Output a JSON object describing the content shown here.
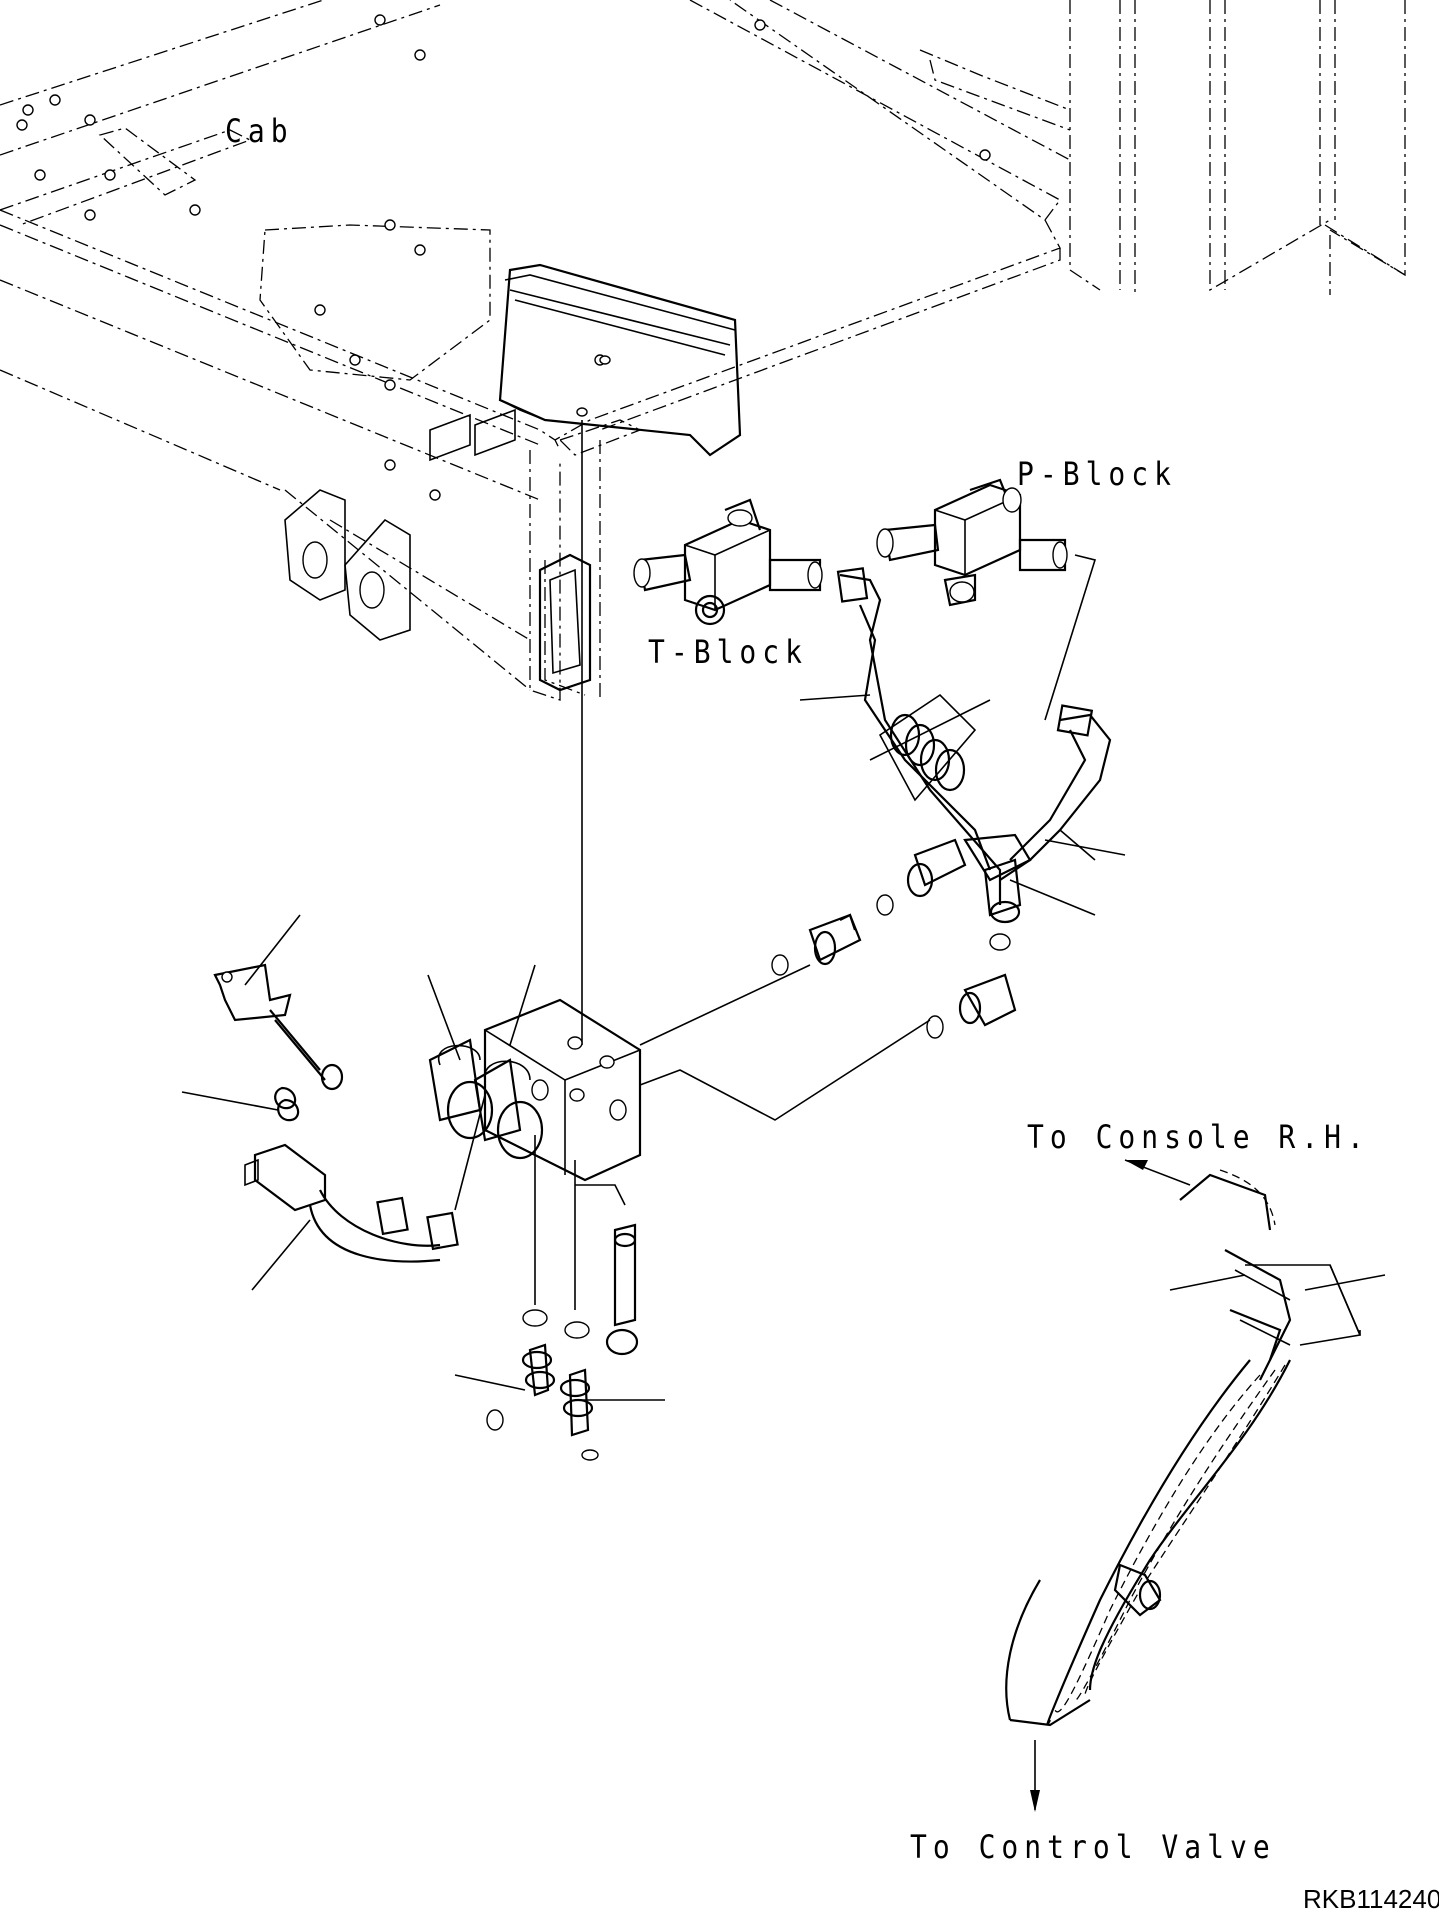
{
  "labels": {
    "cab": "Cab",
    "p_block": "P-Block",
    "t_block": "T-Block",
    "to_console": "To Console R.H.",
    "to_control_valve": "To Control Valve"
  },
  "drawing_code": "RKB114240"
}
